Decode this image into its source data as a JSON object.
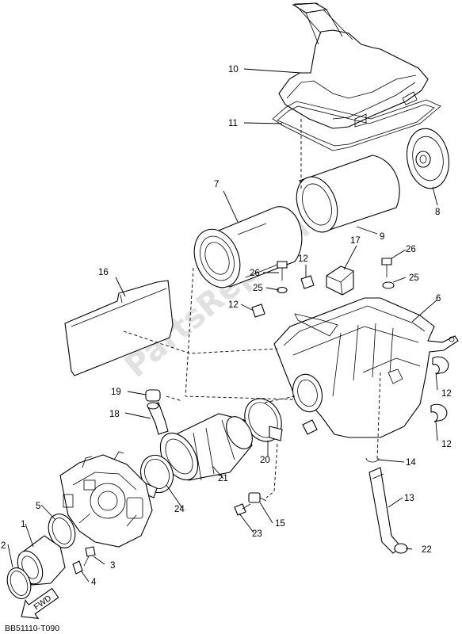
{
  "diagram_code": "BB51110-T090",
  "watermark": "PartsRepublik",
  "front_arrow_label": "FWD",
  "callouts": [
    "1",
    "2",
    "3",
    "4",
    "5",
    "6",
    "7",
    "8",
    "9",
    "10",
    "11",
    "12",
    "12",
    "12",
    "12",
    "13",
    "14",
    "15",
    "16",
    "17",
    "18",
    "19",
    "20",
    "21",
    "22",
    "23",
    "24",
    "25",
    "25",
    "26",
    "26"
  ]
}
